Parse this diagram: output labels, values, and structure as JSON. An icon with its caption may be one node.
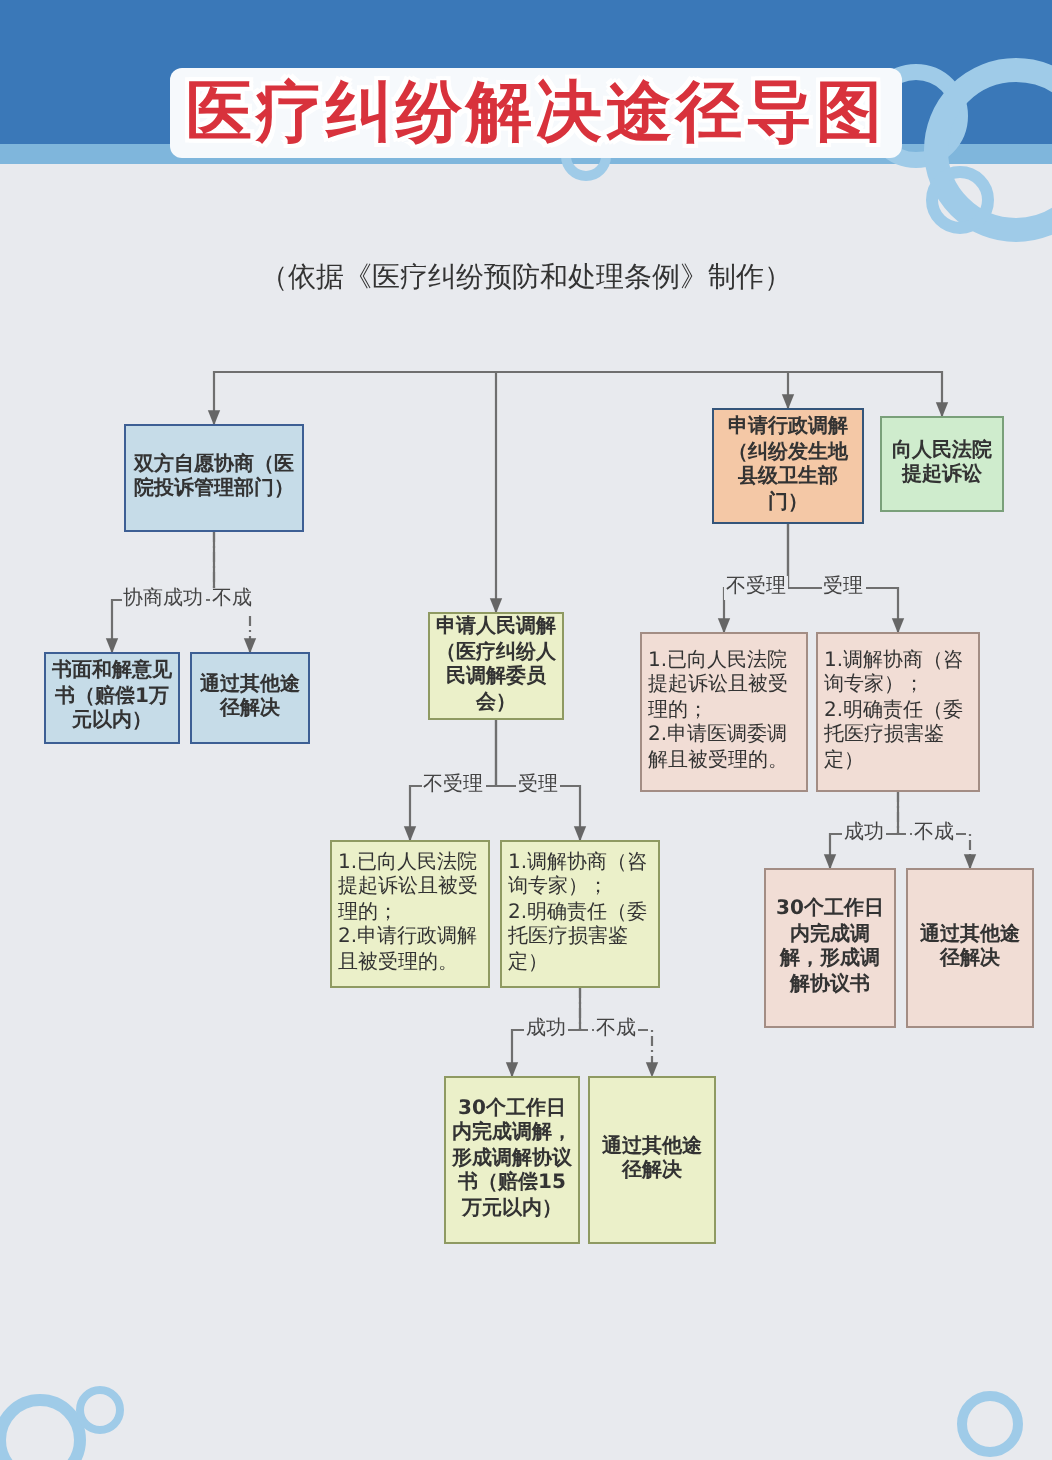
{
  "diagram": {
    "title": "医疗纠纷解决途径导图",
    "nodes": [
      {
        "text": [
          "双方自愿协商（医院投诉管理部门）"
        ]
      },
      {
        "text": [
          "申请行政调解（纠纷发生地县级卫生部门）"
        ]
      },
      {
        "text": [
          "向人民法院提起诉讼"
        ]
      },
      {
        "text": [
          "书面和解意见书（赔偿1万元以内）"
        ]
      },
      {
        "text": [
          "通过其他途径解决"
        ]
      },
      {
        "text": [
          "申请人民调解（医疗纠纷人民调解委员会）"
        ]
      },
      {
        "text": [
          "1.已向人民法院提起诉讼且被受理的；",
          "2.申请医调委调解且被受理的。"
        ]
      },
      {
        "text": [
          "1.调解协商（咨询专家）；",
          "2.明确责任（委托医疗损害鉴定）"
        ]
      },
      {
        "text": [
          "1.已向人民法院提起诉讼且被受理的；",
          "2.申请行政调解且被受理的。"
        ]
      },
      {
        "text": [
          "1.调解协商（咨询专家）；",
          "2.明确责任（委托医疗损害鉴定）"
        ]
      },
      {
        "text": [
          "30个工作日内完成调解，形成调解协议书"
        ]
      },
      {
        "text": [
          "通过其他途径解决"
        ]
      },
      {
        "text": [
          "30个工作日内完成调解，形成调解协议书（赔偿15万元以内）"
        ]
      },
      {
        "text": [
          "通过其他途径解决"
        ]
      }
    ],
    "edges": [
      {
        "from": null,
        "to": 0,
        "arrow": "to"
      },
      {
        "from": null,
        "to": 5,
        "arrow": "to"
      },
      {
        "from": null,
        "to": 1,
        "arrow": "to"
      },
      {
        "from": null,
        "to": 2,
        "arrow": "to"
      },
      {
        "from": 0,
        "to": 3,
        "arrow": "to",
        "label": "协商成功"
      },
      {
        "from": 0,
        "to": 4,
        "arrow": "to",
        "label": "不成",
        "style": "dashed"
      },
      {
        "from": 1,
        "to": 6,
        "arrow": "to",
        "label": "不受理"
      },
      {
        "from": 1,
        "to": 7,
        "arrow": "to",
        "label": "受理"
      },
      {
        "from": 5,
        "to": 8,
        "arrow": "to",
        "label": "不受理"
      },
      {
        "from": 5,
        "to": 9,
        "arrow": "to",
        "label": "受理"
      },
      {
        "from": 7,
        "to": 10,
        "arrow": "to",
        "label": "成功"
      },
      {
        "from": 7,
        "to": 11,
        "arrow": "to",
        "label": "不成",
        "style": "dashed"
      },
      {
        "from": 9,
        "to": 12,
        "arrow": "to",
        "label": "成功"
      },
      {
        "from": 9,
        "to": 13,
        "arrow": "to",
        "label": "不成",
        "style": "dashed"
      }
    ],
    "labels": [
      "（依据《医疗纠纷预防和处理条例》制作）"
    ]
  }
}
